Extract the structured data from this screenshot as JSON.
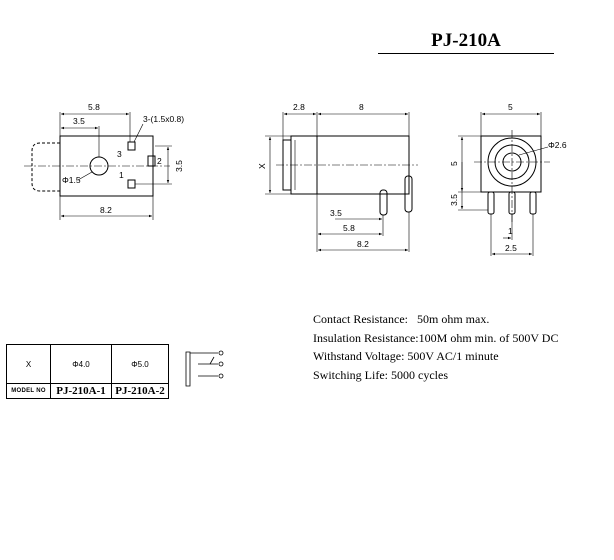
{
  "title": "PJ-210A",
  "front_view": {
    "dim_top": "5.8",
    "dim_inner": "3.5",
    "dim_bottom": "8.2",
    "dim_right": "3.5",
    "pin_note": "3-(1.5x0.8)",
    "hole_note": "Φ1.5",
    "pin_labels": [
      "3",
      "2",
      "1"
    ]
  },
  "side_view": {
    "dim_top_left": "2.8",
    "dim_top_right": "8",
    "dim_left": "X",
    "dim_pin1": "3.5",
    "dim_pin2": "5.8",
    "dim_bottom": "8.2"
  },
  "end_view": {
    "dim_top": "5",
    "dim_left": "5",
    "dim_left_low": "3.5",
    "dim_bottom_small": "1",
    "dim_bottom": "2.5",
    "hole_note": "Φ2.6"
  },
  "model_table": {
    "header": [
      "X",
      "Φ4.0",
      "Φ5.0"
    ],
    "row_label": "MODEL NO",
    "models": [
      "PJ-210A-1",
      "PJ-210A-2"
    ]
  },
  "specs": [
    {
      "label": "Contact Resistance:",
      "value": "50m ohm max."
    },
    {
      "label": "Insulation Resistance:",
      "value": "100M ohm min. of 500V DC"
    },
    {
      "label": "Withstand Voltage:",
      "value": "500V AC/1 minute"
    },
    {
      "label": "Switching Life:",
      "value": "5000 cycles"
    }
  ]
}
